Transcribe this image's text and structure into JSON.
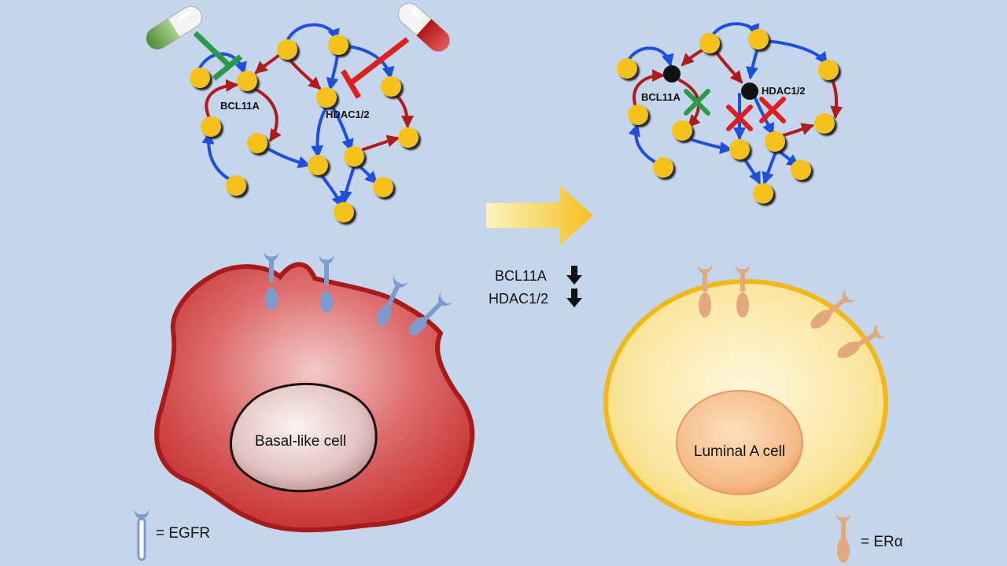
{
  "left_network": {
    "label_bcl11a": "BCL11A",
    "label_hdac": "HDAC1/2"
  },
  "right_network": {
    "label_bcl11a": "BCL11A",
    "label_hdac": "HDAC1/2"
  },
  "center": {
    "line1": "BCL11A",
    "line2": "HDAC1/2"
  },
  "left_cell": {
    "label": "Basal-like cell",
    "legend_text": "= EGFR"
  },
  "right_cell": {
    "label": "Luminal A cell",
    "legend_text": "= ERα"
  },
  "colors": {
    "background": "#c5d5ec",
    "node": "#f5c21b",
    "blue_arrow": "#1f4fe0",
    "red_arrow": "#b01c1c",
    "inhibit_green": "#2a9a4a",
    "inhibit_red": "#e01e1e",
    "basal_cell": "#cc3a3a",
    "luminal_cell": "#f6d860",
    "egfr": "#7d9ccd",
    "era": "#e4a87e"
  },
  "icons": [
    "green-pill-icon",
    "red-pill-icon",
    "gradient-arrow-icon",
    "down-arrow-icon",
    "cross-mark-icon"
  ]
}
